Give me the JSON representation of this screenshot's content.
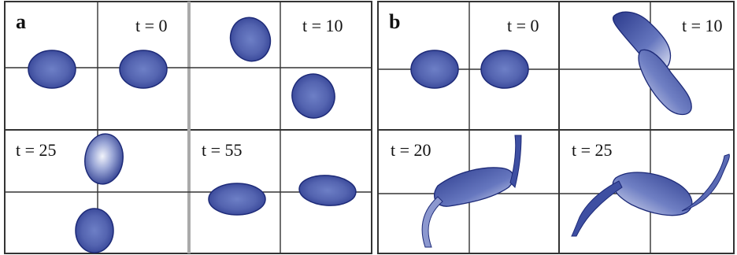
{
  "panels": [
    {
      "label": "a",
      "frames": [
        {
          "time": "t = 0"
        },
        {
          "time": "t = 10"
        },
        {
          "time": "t = 25"
        },
        {
          "time": "t = 55"
        }
      ]
    },
    {
      "label": "b",
      "frames": [
        {
          "time": "t = 0"
        },
        {
          "time": "t = 10"
        },
        {
          "time": "t = 20"
        },
        {
          "time": "t = 25"
        }
      ]
    }
  ],
  "colors": {
    "drop_dark": "#2b3a8c",
    "drop_mid": "#5b6db8",
    "drop_light": "#e8ebf6",
    "outline": "#1d2a78",
    "grid": "#333333",
    "divider": "#aaaaaa"
  }
}
